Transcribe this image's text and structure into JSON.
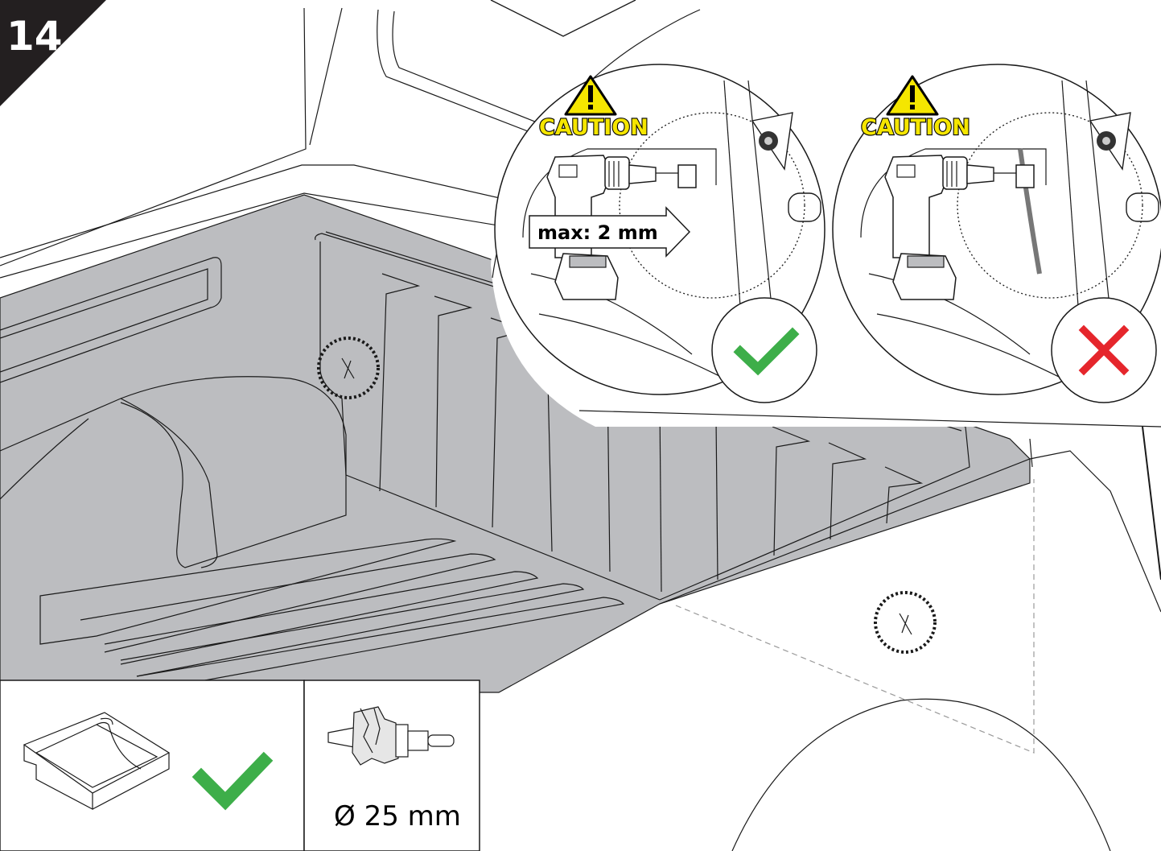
{
  "step": {
    "number": "14"
  },
  "cautions": [
    {
      "label": "CAUTION",
      "outcome": "correct"
    },
    {
      "label": "CAUTION",
      "outcome": "incorrect"
    }
  ],
  "drill_callout": {
    "label": "max: 2 mm"
  },
  "tool": {
    "name": "hole-saw",
    "size_label": "Ø 25 mm"
  },
  "colors": {
    "bedliner_fill": "#bcbdc0",
    "check_green": "#3dae49",
    "cross_red": "#e5262c",
    "caution_yellow": "#f5e600",
    "badge_black": "#231f20"
  }
}
